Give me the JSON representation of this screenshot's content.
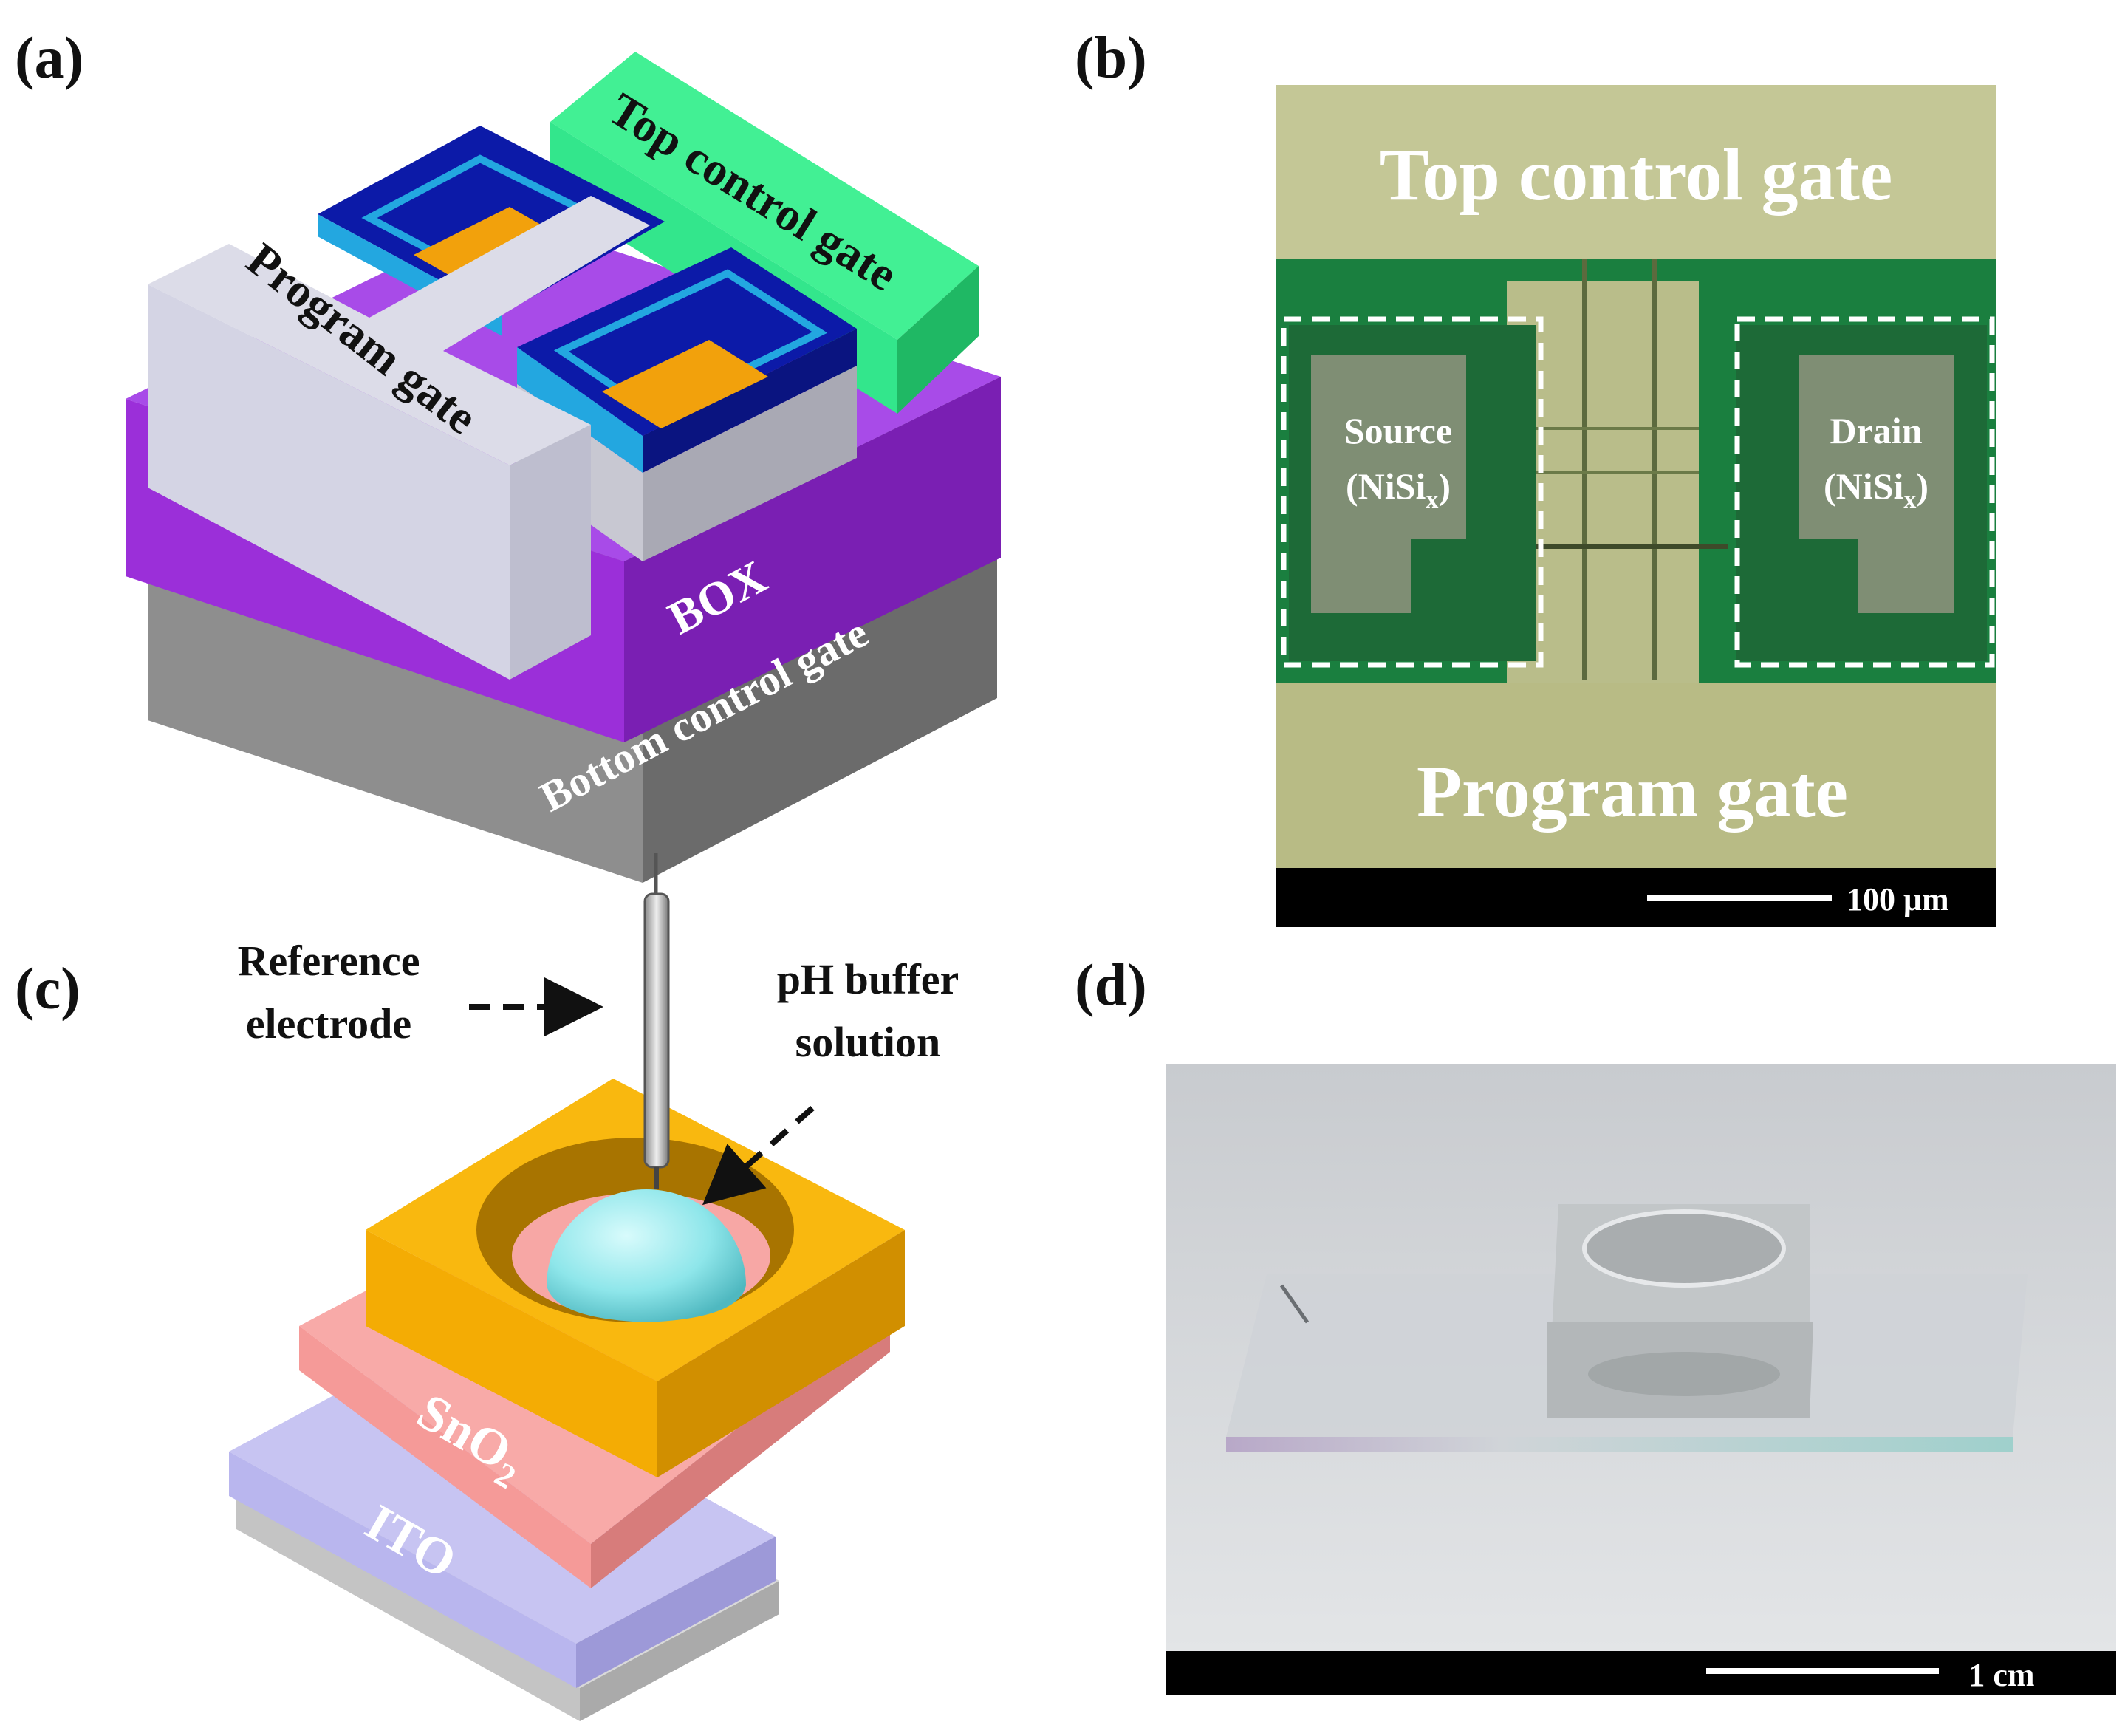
{
  "panels": {
    "a": {
      "letter": "(a)",
      "labels": {
        "top_control_gate": "Top control gate",
        "program_gate": "Program gate",
        "box": "BOX",
        "bottom_control_gate": "Bottom control gate"
      }
    },
    "b": {
      "letter": "(b)",
      "labels": {
        "top_control_gate": "Top control gate",
        "program_gate": "Program gate",
        "source": "Source",
        "source_material": "(NiSi",
        "drain": "Drain",
        "drain_material": "(NiSi",
        "subscript": "x",
        "close_paren": ")"
      },
      "scale_bar": "100 μm"
    },
    "c": {
      "letter": "(c)",
      "labels": {
        "reference_line1": "Reference",
        "reference_line2": "electrode",
        "buffer_line1": "pH buffer",
        "buffer_line2": "solution",
        "sno2": "SnO",
        "sno2_sub": "2",
        "ito": "ITO"
      }
    },
    "d": {
      "letter": "(d)",
      "scale_bar": "1 cm"
    }
  },
  "colors": {
    "purple_box": "#9b2fd9",
    "gray_substrate": "#8e8e8e",
    "green_top_gate": "#33e68c",
    "navy_layer": "#0c1aa8",
    "light_blue_layer": "#23a7e0",
    "orange_channel": "#f2a10c",
    "light_gray_gate": "#d4d4e4",
    "chip_green": "#1a7f3f",
    "chip_khaki": "#b9bd8a",
    "orange_well": "#f4ac04",
    "pink_sno2": "#f59a98",
    "lavender_ito": "#b9b6ee",
    "aqua_drop": "#8ee6ea"
  }
}
